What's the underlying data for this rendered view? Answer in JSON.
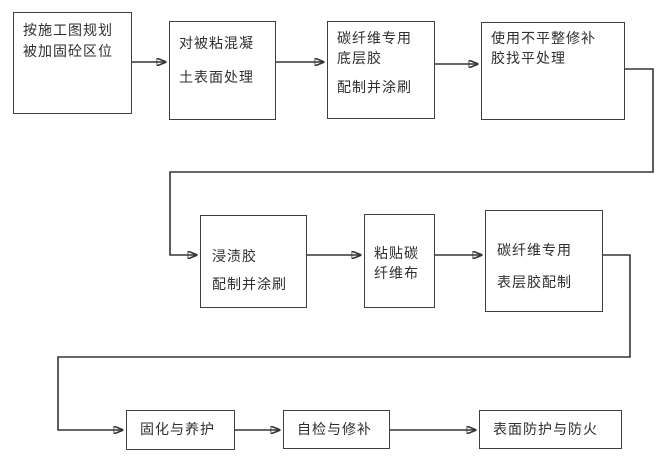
{
  "colors": {
    "box_border": "#3f3f3f",
    "arrow": "#353535",
    "text": "#2e2e2e",
    "background": "#ffffff"
  },
  "flowchart": {
    "nodes": [
      {
        "id": "plan-area",
        "lines": [
          "按施工图规划",
          "被加固砼区位"
        ]
      },
      {
        "id": "surface-treatment",
        "lines": [
          "对被粘混凝",
          "土表面处理"
        ]
      },
      {
        "id": "primer-adhesive",
        "lines": [
          "碳纤维专用",
          "底层胶",
          "配制并涂刷"
        ]
      },
      {
        "id": "leveling-repair",
        "lines": [
          "使用不平整修补",
          "胶找平处理"
        ]
      },
      {
        "id": "impregnating-glue",
        "lines": [
          "浸渍胶",
          "配制并涂刷"
        ]
      },
      {
        "id": "paste-carbon-fiber",
        "lines": [
          "粘贴碳",
          "纤维布"
        ]
      },
      {
        "id": "top-coat-adhesive",
        "lines": [
          "碳纤维专用",
          "表层胶配制"
        ]
      },
      {
        "id": "curing",
        "lines": [
          "固化与养护"
        ]
      },
      {
        "id": "self-check-repair",
        "lines": [
          "自检与修补"
        ]
      },
      {
        "id": "surface-protection",
        "lines": [
          "表面防护与防火"
        ]
      }
    ]
  }
}
